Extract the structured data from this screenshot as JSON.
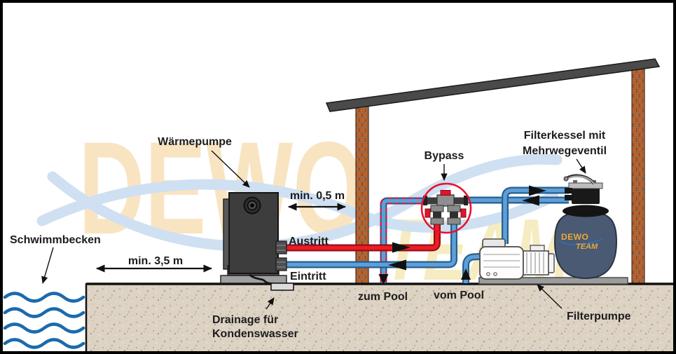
{
  "diagram_type": "pool-heat-pump-installation-schematic",
  "labels": {
    "pool": "Schwimmbecken",
    "heat_pump": "Wärmepumpe",
    "wall_clearance": "min. 0,5 m",
    "pool_clearance": "min. 3,5 m",
    "outlet": "Austritt",
    "inlet": "Eintritt",
    "bypass": "Bypass",
    "filter_vessel": [
      "Filterkessel mit",
      "Mehrwegeventil"
    ],
    "to_pool": "zum Pool",
    "from_pool": "vom Pool",
    "filter_pump": "Filterpumpe",
    "drainage": [
      "Drainage für",
      "Kondenswasser"
    ]
  },
  "branding": {
    "watermark": [
      "DEWO",
      "TEAM"
    ],
    "vessel_logo": [
      "DEWO",
      "TEAM"
    ]
  },
  "colors": {
    "warm_pipe": "#ed1c24",
    "warm_pipe_border": "#8f1016",
    "cold_pipe": "#5f9fd8",
    "cold_pipe_border": "#275f8f",
    "pool_water": "#1b6aae",
    "bypass_circle": "#e8112d",
    "brick": "#bf6228",
    "roof": "#4a4a4a",
    "vessel": "#4a5a72",
    "logo_gold": "#e9a83a",
    "watermark_swoosh": "#cfe0f2",
    "ground_base": "#ddd3c4"
  }
}
